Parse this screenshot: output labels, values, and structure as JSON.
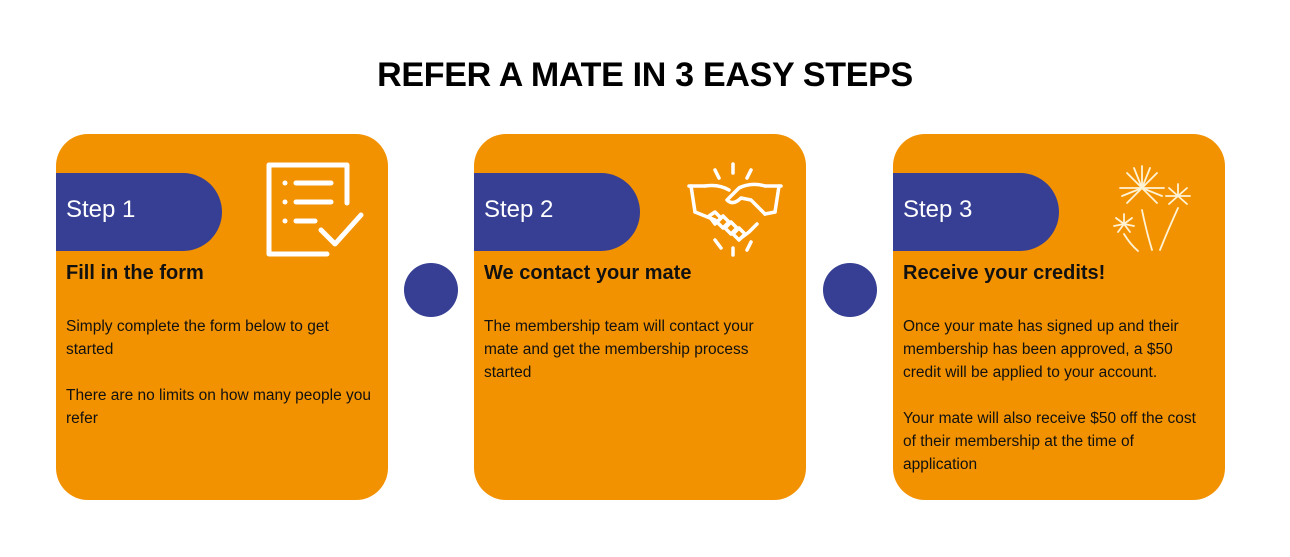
{
  "title": "REFER A MATE IN 3 EASY STEPS",
  "colors": {
    "card": "#f39200",
    "accent": "#363f93",
    "text": "#111111"
  },
  "steps": [
    {
      "label": "Step 1",
      "heading": "Fill in the form",
      "icon": "form-checklist-icon",
      "paragraphs": [
        "Simply complete the form below to get started",
        "There are no limits on how many people you refer"
      ]
    },
    {
      "label": "Step 2",
      "heading": "We contact your mate",
      "icon": "handshake-icon",
      "paragraphs": [
        "The membership team will contact your mate and get the membership process started"
      ]
    },
    {
      "label": "Step 3",
      "heading": "Receive your credits!",
      "icon": "fireworks-icon",
      "paragraphs": [
        "Once your mate has signed up and their membership has been approved, a $50 credit will be applied to your account.",
        "Your mate will also receive $50 off the cost of their membership at the time of application"
      ]
    }
  ]
}
